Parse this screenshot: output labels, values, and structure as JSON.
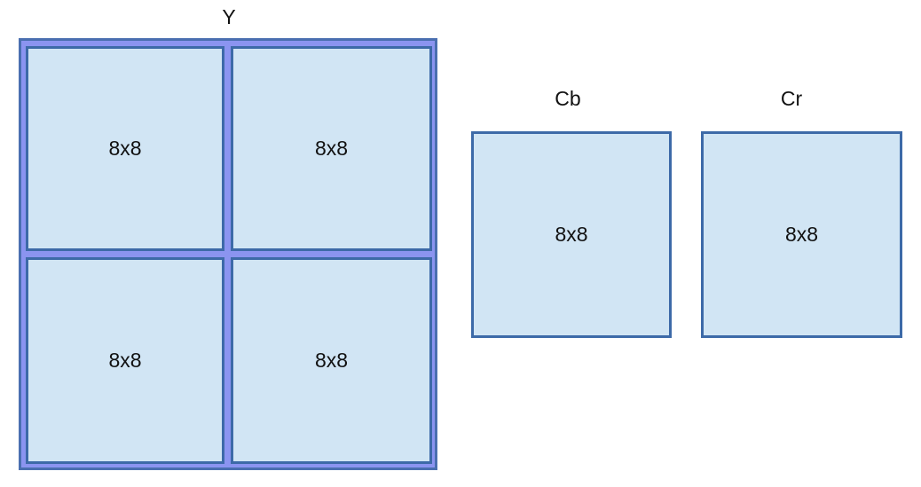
{
  "groups": [
    {
      "label": "Y",
      "blocks": [
        "8x8",
        "8x8",
        "8x8",
        "8x8"
      ]
    },
    {
      "label": "Cb",
      "blocks": [
        "8x8"
      ]
    },
    {
      "label": "Cr",
      "blocks": [
        "8x8"
      ]
    }
  ],
  "colors": {
    "block_fill": "#d1e5f4",
    "block_border": "#3d6aa8",
    "y_group_fill": "#8b94f0"
  }
}
